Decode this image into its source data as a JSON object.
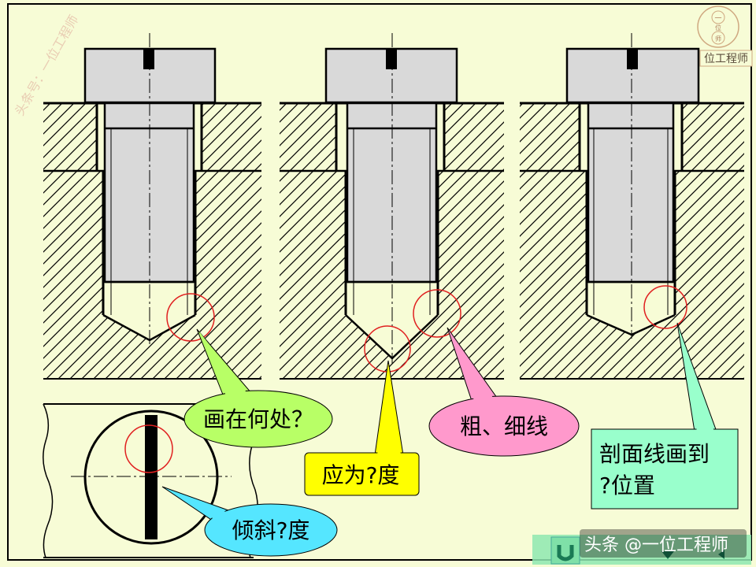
{
  "watermark": {
    "vertical_text": "头条号：一位工程师",
    "logo_glyphs": [
      "一",
      "位",
      "师"
    ],
    "logo_label": "位工程师"
  },
  "callouts": {
    "where_to_draw": "画在何处？",
    "angle": "应为?度",
    "thick_thin": "粗、细线",
    "hatch_to_line1": "剖面线画到",
    "hatch_to_line2": "?位置",
    "tilt": "倾斜?度"
  },
  "footer": {
    "source": "头条 @一位工程师"
  },
  "colors": {
    "background": "#f7fcd6",
    "bolt_fill": "#d9d9d9",
    "marker_circle": "#e02020",
    "callout_green": "#b8ff66",
    "callout_yellow": "#ffff00",
    "callout_pink": "#ff99cc",
    "callout_cyan": "#99ffcc",
    "callout_sky": "#55e6ff"
  },
  "icons": [
    "undo-arrow-icon",
    "down-arrow-icon",
    "left-arrow-icon"
  ]
}
